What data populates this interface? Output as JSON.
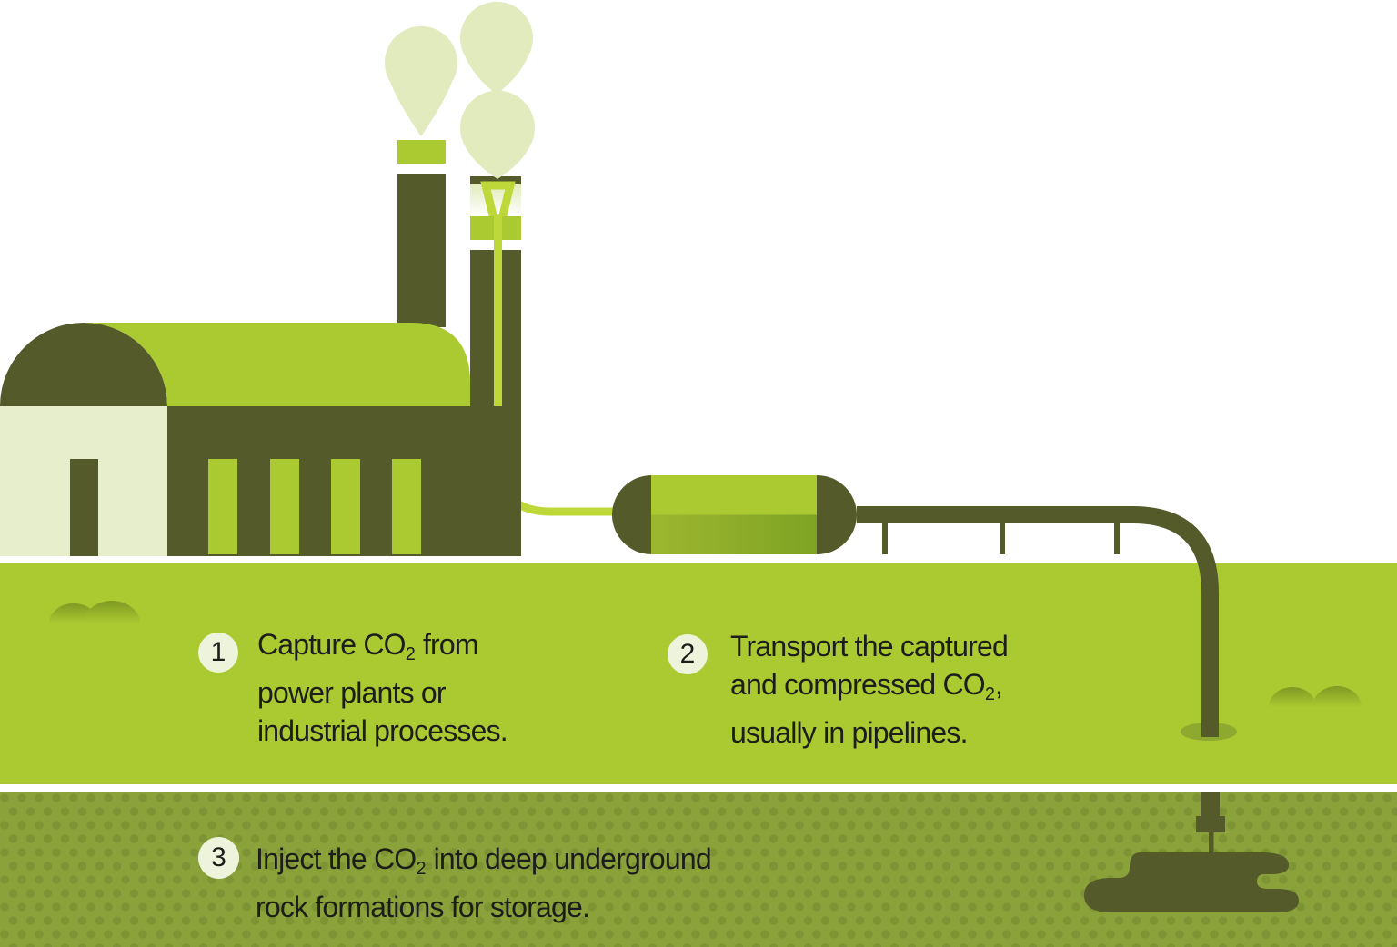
{
  "figure": {
    "kind": "carbon-capture-and-storage-process-infographic"
  },
  "colors": {
    "bright_green": "#abc930",
    "dark_olive": "#555a2a",
    "pale_face": "#e6eecb",
    "smoke": "#e1ebbd",
    "badge_bg": "#eef3dc",
    "tube": "#bdd838",
    "underground": "#8ba23b",
    "underground_dot": "#7e9434",
    "hole": "#8ea92f",
    "bush_top": "#7e9a24",
    "tank_shade_left": "#9cb72f",
    "tank_shade_right": "#7fa324",
    "text": "#1d1d1b",
    "background": "#ffffff"
  },
  "steps": [
    {
      "number": "1",
      "lines": [
        [
          {
            "text": "Capture CO"
          },
          {
            "text": "2",
            "sub": true
          },
          {
            "text": " from"
          }
        ],
        [
          {
            "text": "power plants or"
          }
        ],
        [
          {
            "text": "industrial processes."
          }
        ]
      ]
    },
    {
      "number": "2",
      "lines": [
        [
          {
            "text": "Transport the captured"
          }
        ],
        [
          {
            "text": "and compressed CO"
          },
          {
            "text": "2",
            "sub": true
          },
          {
            "text": ","
          }
        ],
        [
          {
            "text": "usually in pipelines."
          }
        ]
      ]
    },
    {
      "number": "3",
      "lines": [
        [
          {
            "text": "Inject the CO"
          },
          {
            "text": "2",
            "sub": true
          },
          {
            "text": " into deep underground"
          }
        ],
        [
          {
            "text": "rock formations for storage."
          }
        ]
      ]
    }
  ]
}
